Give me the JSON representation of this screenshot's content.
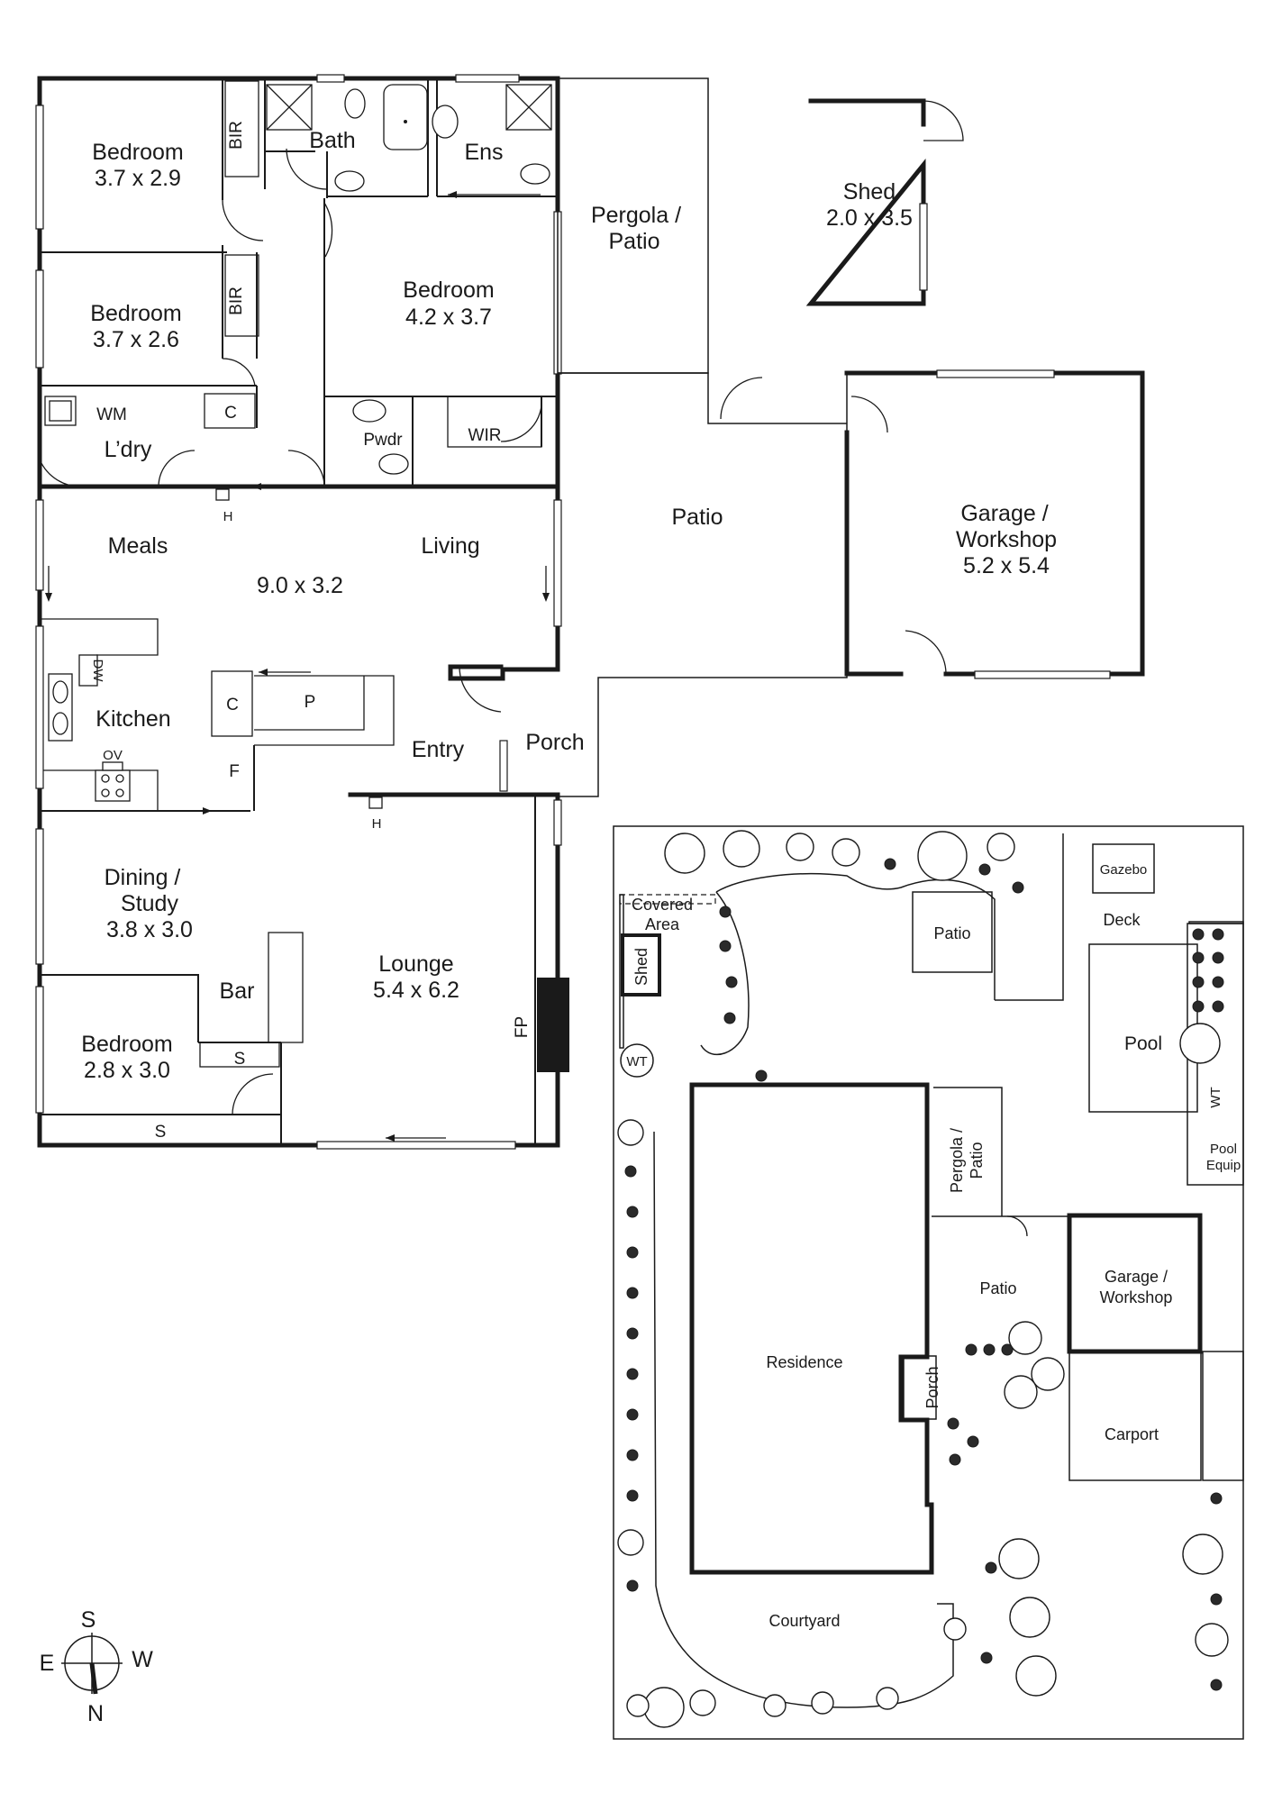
{
  "floor_plan": {
    "rooms": [
      {
        "key": "bed1",
        "name": "Bedroom",
        "dims": "3.7 x 2.9"
      },
      {
        "key": "bed2",
        "name": "Bedroom",
        "dims": "3.7 x 2.6"
      },
      {
        "key": "bed_main",
        "name": "Bedroom",
        "dims": "4.2 x 3.7"
      },
      {
        "key": "bed4",
        "name": "Bedroom",
        "dims": "2.8 x 3.0"
      },
      {
        "key": "dining",
        "name": "Dining /",
        "name2": "Study",
        "dims": "3.8 x 3.0"
      },
      {
        "key": "lounge",
        "name": "Lounge",
        "dims": "5.4 x 6.2"
      },
      {
        "key": "meals_living",
        "name": "Meals",
        "name2": "Living",
        "dims": "9.0 x 3.2"
      },
      {
        "key": "garage",
        "name": "Garage /",
        "name2": "Workshop",
        "dims": "5.2 x 5.4"
      },
      {
        "key": "shed",
        "name": "Shed",
        "dims": "2.0 x 3.5"
      }
    ],
    "labels": {
      "bath": "Bath",
      "ens": "Ens",
      "bir": "BIR",
      "wm": "WM",
      "laundry": "L’dry",
      "c": "C",
      "pwdr": "Pwdr",
      "wir": "WIR",
      "h": "H",
      "kitchen": "Kitchen",
      "dw": "DW",
      "ov": "OV",
      "p": "P",
      "f": "F",
      "entry": "Entry",
      "porch": "Porch",
      "patio": "Patio",
      "pergola1": "Pergola /",
      "pergola2": "Patio",
      "bar": "Bar",
      "s": "S",
      "fp": "FP"
    }
  },
  "site_plan": {
    "labels": {
      "covered1": "Covered",
      "covered2": "Area",
      "shed": "Shed",
      "wt": "WT",
      "patio_top": "Patio",
      "gazebo": "Gazebo",
      "deck": "Deck",
      "pool": "Pool",
      "pool_equip1": "Pool",
      "pool_equip2": "Equip",
      "pergola": "Pergola /",
      "pergola2": "Patio",
      "patio": "Patio",
      "garage1": "Garage /",
      "garage2": "Workshop",
      "residence": "Residence",
      "porch": "Porch",
      "carport": "Carport",
      "courtyard": "Courtyard"
    }
  },
  "compass": {
    "n": "N",
    "s": "S",
    "e": "E",
    "w": "W"
  }
}
